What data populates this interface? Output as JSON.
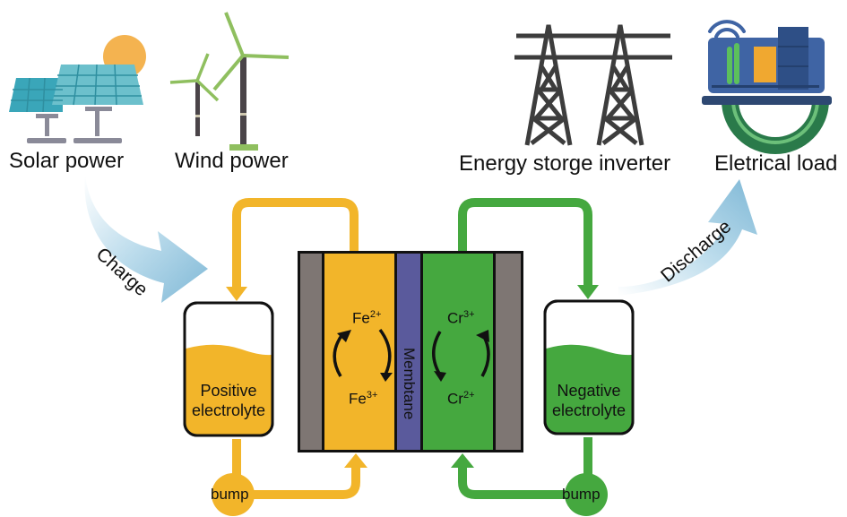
{
  "labels": {
    "solar": "Solar power",
    "wind": "Wind power",
    "inverter": "Energy storge inverter",
    "load": "Eletrical load",
    "charge": "Charge",
    "discharge": "Discharge",
    "membrane": "Membtane",
    "positive_tank_line1": "Positive",
    "positive_tank_line2": "electrolyte",
    "negative_tank_line1": "Negative",
    "negative_tank_line2": "electrolyte",
    "pump_left": "bump",
    "pump_right": "bump"
  },
  "ions": {
    "fe_top": {
      "base": "Fe",
      "charge": "2+"
    },
    "fe_bottom": {
      "base": "Fe",
      "charge": "3+"
    },
    "cr_top": {
      "base": "Cr",
      "charge": "3+"
    },
    "cr_bottom": {
      "base": "Cr",
      "charge": "2+"
    }
  },
  "icons": [
    "solar-panel-icon",
    "sun-icon",
    "wind-turbine-icon",
    "transmission-tower-icon",
    "electrical-load-icon",
    "wifi-icon",
    "gear-icon"
  ],
  "colors": {
    "positive": "#f2b52a",
    "negative": "#45a83f",
    "membrane": "#5a5a9c",
    "electrode": "#7e7673",
    "arrow_blue": "#7fb8d6",
    "tower": "#3d3d3d"
  }
}
